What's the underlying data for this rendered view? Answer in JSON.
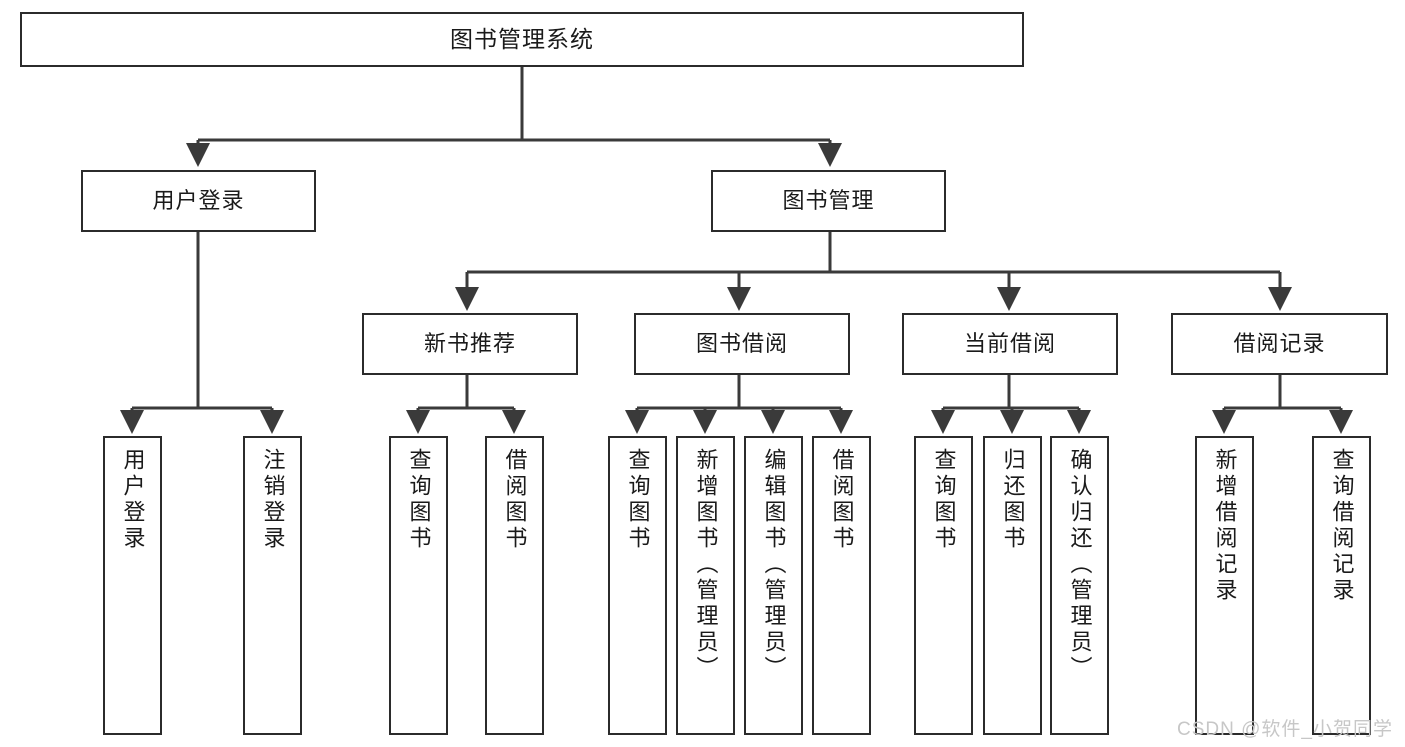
{
  "diagram": {
    "title": "图书管理系统",
    "type": "hierarchy-tree",
    "colors": {
      "node_border": "#2b2b2b",
      "node_fill": "#ffffff",
      "edge": "#3a3a3a",
      "text": "#1a1a1a",
      "watermark": "#c7c7c7",
      "background": "#ffffff"
    },
    "levels": {
      "level0": [
        {
          "id": "root",
          "label": "图书管理系统",
          "orientation": "horizontal"
        }
      ],
      "level1": [
        {
          "id": "user-login",
          "label": "用户登录",
          "orientation": "horizontal"
        },
        {
          "id": "book-manage",
          "label": "图书管理",
          "orientation": "horizontal"
        }
      ],
      "level2": [
        {
          "id": "new-book-rec",
          "label": "新书推荐",
          "orientation": "horizontal",
          "parent": "book-manage"
        },
        {
          "id": "book-borrow",
          "label": "图书借阅",
          "orientation": "horizontal",
          "parent": "book-manage"
        },
        {
          "id": "current-borrow",
          "label": "当前借阅",
          "orientation": "horizontal",
          "parent": "book-manage"
        },
        {
          "id": "borrow-record",
          "label": "借阅记录",
          "orientation": "horizontal",
          "parent": "book-manage"
        }
      ],
      "level3": [
        {
          "id": "leaf-user-login",
          "label": "用户登录",
          "orientation": "vertical",
          "parent": "user-login"
        },
        {
          "id": "leaf-user-logout",
          "label": "注销登录",
          "orientation": "vertical",
          "parent": "user-login"
        },
        {
          "id": "leaf-query-book-1",
          "label": "查询图书",
          "orientation": "vertical",
          "parent": "new-book-rec"
        },
        {
          "id": "leaf-borrow-book-1",
          "label": "借阅图书",
          "orientation": "vertical",
          "parent": "new-book-rec"
        },
        {
          "id": "leaf-query-book-2",
          "label": "查询图书",
          "orientation": "vertical",
          "parent": "book-borrow"
        },
        {
          "id": "leaf-add-book",
          "label": "新增图书（管理员）",
          "orientation": "vertical",
          "parent": "book-borrow"
        },
        {
          "id": "leaf-edit-book",
          "label": "编辑图书（管理员）",
          "orientation": "vertical",
          "parent": "book-borrow"
        },
        {
          "id": "leaf-borrow-book-2",
          "label": "借阅图书",
          "orientation": "vertical",
          "parent": "book-borrow"
        },
        {
          "id": "leaf-query-book-3",
          "label": "查询图书",
          "orientation": "vertical",
          "parent": "current-borrow"
        },
        {
          "id": "leaf-return-book",
          "label": "归还图书",
          "orientation": "vertical",
          "parent": "current-borrow"
        },
        {
          "id": "leaf-confirm-return",
          "label": "确认归还（管理员）",
          "orientation": "vertical",
          "parent": "current-borrow"
        },
        {
          "id": "leaf-add-record",
          "label": "新增借阅记录",
          "orientation": "vertical",
          "parent": "borrow-record"
        },
        {
          "id": "leaf-query-record",
          "label": "查询借阅记录",
          "orientation": "vertical",
          "parent": "borrow-record"
        }
      ]
    }
  },
  "watermark": {
    "text": "CSDN @软件_小贺同学"
  }
}
